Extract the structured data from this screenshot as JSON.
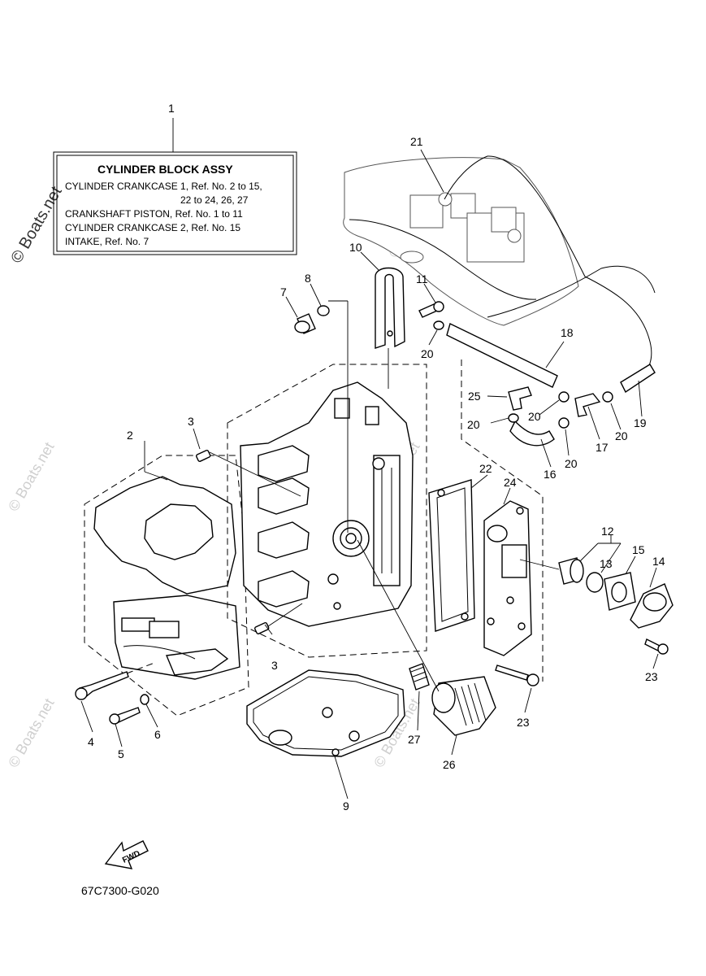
{
  "assembly_box": {
    "title": "CYLINDER BLOCK ASSY",
    "lines": [
      "CYLINDER CRANKCASE 1,  Ref. No. 2 to 15,",
      "22  to  24,  26,  27",
      "CRANKSHAFT PISTON,  Ref. No. 1 to 11",
      "CYLINDER CRANKCASE 2,  Ref. No. 15",
      "INTAKE,  Ref. No. 7"
    ]
  },
  "callouts": {
    "c1": "1",
    "c2": "2",
    "c3a": "3",
    "c3b": "3",
    "c4": "4",
    "c5": "5",
    "c6": "6",
    "c7": "7",
    "c8": "8",
    "c9": "9",
    "c10": "10",
    "c11": "11",
    "c12": "12",
    "c13": "13",
    "c14": "14",
    "c15": "15",
    "c16": "16",
    "c17": "17",
    "c18": "18",
    "c19": "19",
    "c20a": "20",
    "c20b": "20",
    "c20c": "20",
    "c20d": "20",
    "c20e": "20",
    "c21": "21",
    "c22": "22",
    "c23a": "23",
    "c23b": "23",
    "c24": "24",
    "c25": "25",
    "c26": "26",
    "c27": "27"
  },
  "fwd_label": "FWD",
  "diagram_code": "67C7300-G020",
  "watermark": "© Boats.net"
}
